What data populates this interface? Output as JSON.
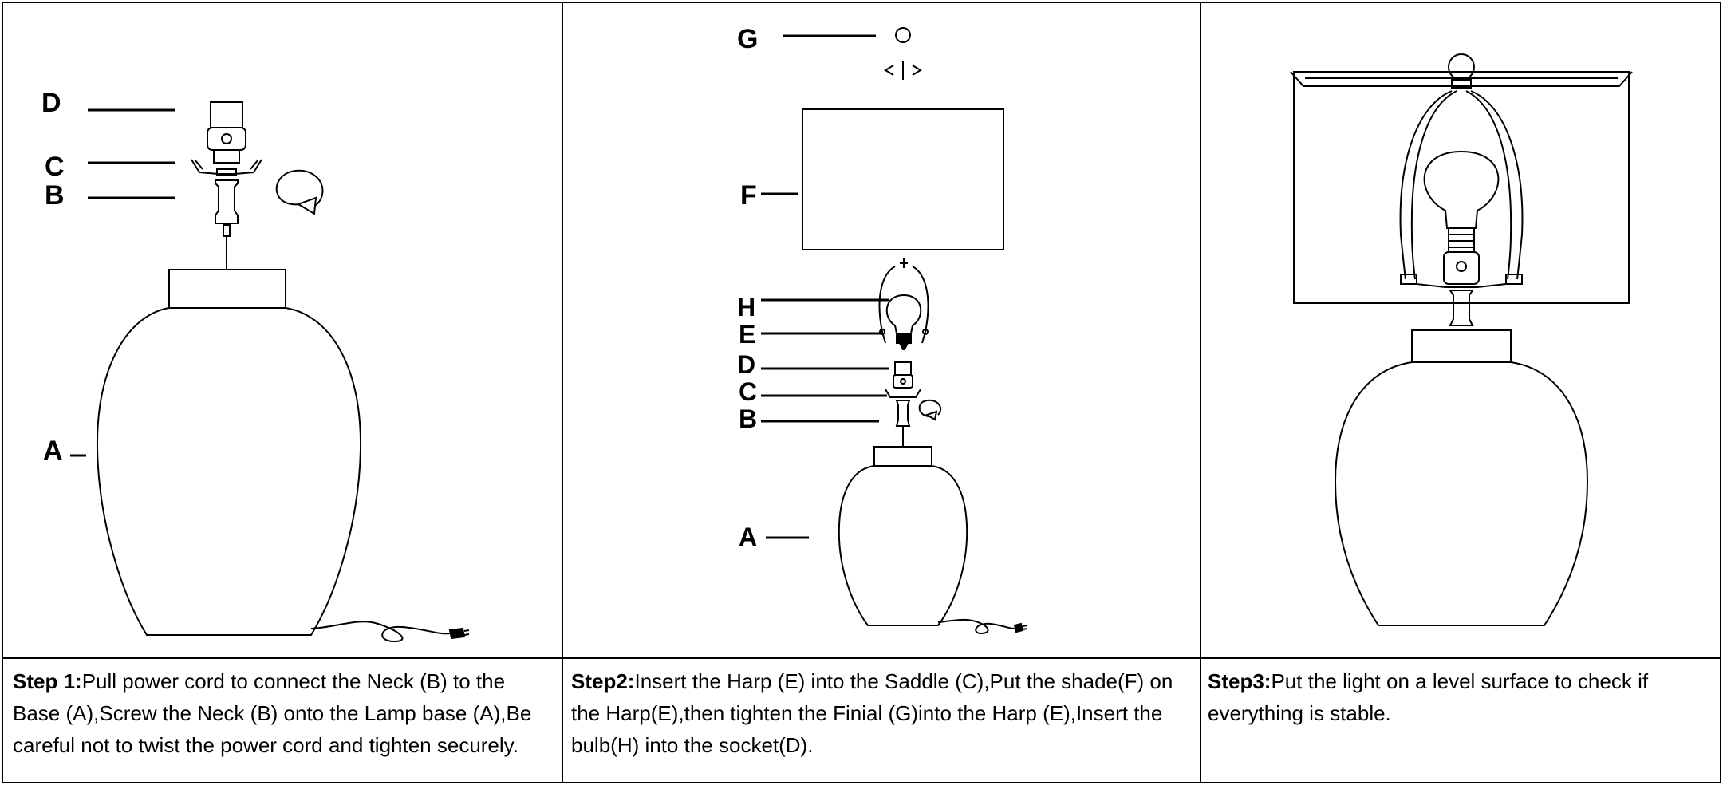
{
  "panels": [
    {
      "labels": [
        "D",
        "C",
        "B",
        "A"
      ],
      "step_label": "Step 1:",
      "step_text": "Pull power cord to connect the Neck (B) to the Base (A),Screw the Neck (B) onto the Lamp base (A),Be careful not to twist the power cord and tighten securely."
    },
    {
      "labels": [
        "G",
        "F",
        "H",
        "E",
        "D",
        "C",
        "B",
        "A"
      ],
      "step_label": "Step2:",
      "step_text": "Insert the Harp (E) into the Saddle (C),Put the shade(F) on the Harp(E),then tighten the Finial (G)into the Harp (E),Insert the bulb(H) into the socket(D)."
    },
    {
      "labels": [],
      "step_label": "Step3:",
      "step_text": "Put the light on a level surface to check if everything is stable."
    }
  ]
}
